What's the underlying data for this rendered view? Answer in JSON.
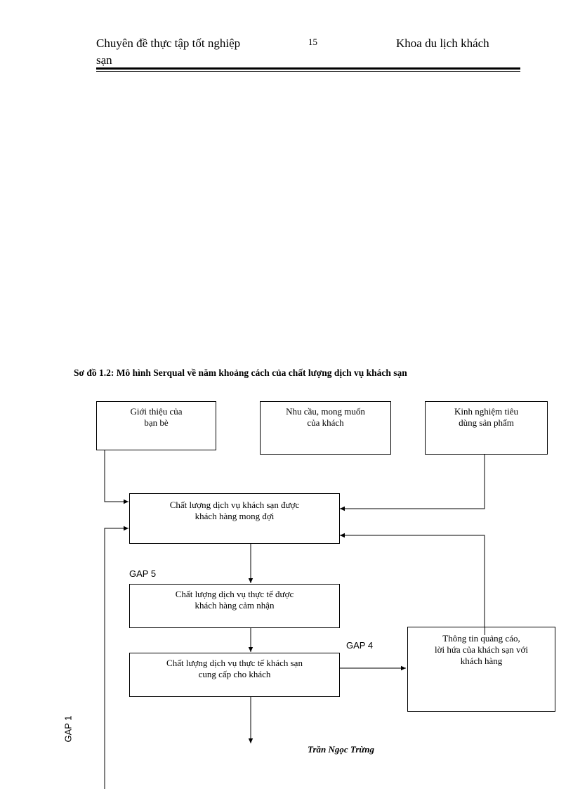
{
  "header": {
    "left_title": "Chuyên  đề thực tập tốt nghiệp",
    "left_title_cont": "sạn",
    "page_number": "15",
    "right_title": "Khoa du lịch khách"
  },
  "figure": {
    "caption": "Sơ đồ 1.2: Mô hình Serqual về năm khoảng cách của chất lượng dịch vụ khách sạn",
    "boxes": {
      "referral": [
        "Giới thiệu của",
        "bạn bè"
      ],
      "needs": [
        "Nhu cầu, mong muốn",
        "của khách"
      ],
      "experience": [
        "Kinh nghiệm tiêu",
        "dùng sản phẩm"
      ],
      "expected": [
        "Chất lượng dịch vụ khách sạn được",
        "khách hàng mong đợi"
      ],
      "perceived": [
        "Chất lượng dịch vụ thực tế được",
        "khách hàng cảm nhận"
      ],
      "delivered": [
        "Chất lượng dịch vụ thực tế khách sạn",
        "cung cấp cho khách"
      ],
      "communication": [
        "Thông tin quảng cáo,",
        "lời hứa của khách sạn với",
        "khách hàng"
      ]
    },
    "gaps": {
      "gap5": "GAP 5",
      "gap4": "GAP 4",
      "gap1": "GAP 1"
    }
  },
  "footer": {
    "author": "Trần Ngọc Trừng"
  }
}
